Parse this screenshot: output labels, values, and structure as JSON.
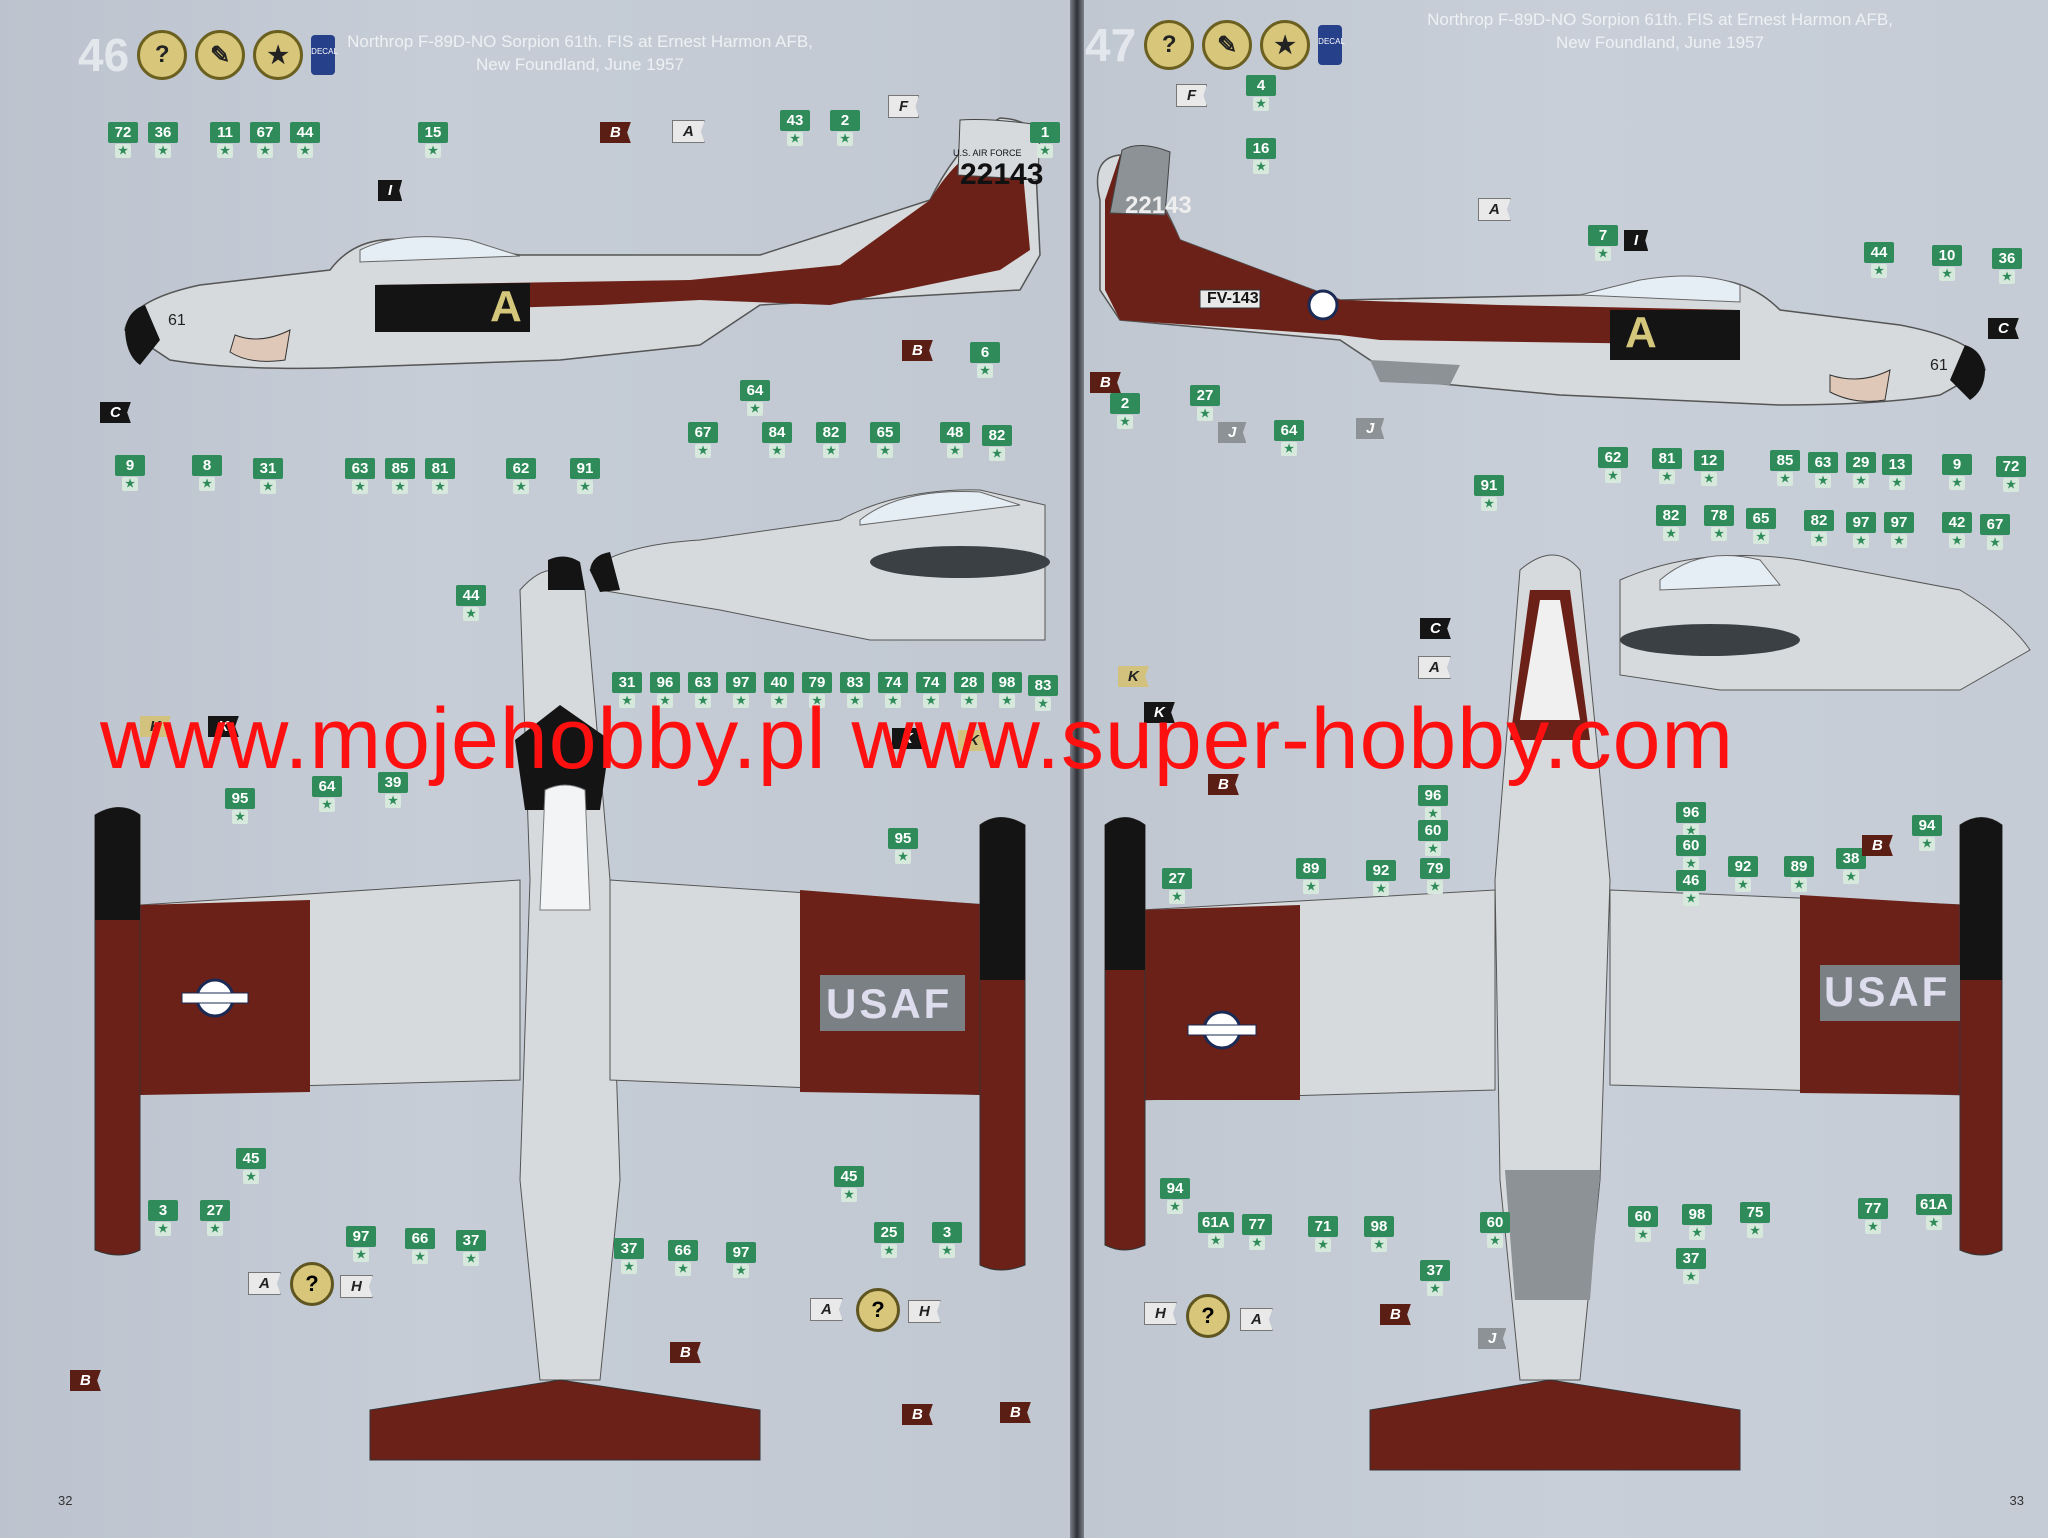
{
  "left_page": {
    "step_number": "46",
    "title_line1": "Northrop F-89D-NO Sorpion 61th. FIS at Ernest Harmon AFB,",
    "title_line2": "New Foundland, June 1957",
    "page_number": "32",
    "decal_label": "DECAL"
  },
  "right_page": {
    "step_number": "47",
    "title_line1": "Northrop F-89D-NO Sorpion 61th. FIS at Ernest Harmon AFB,",
    "title_line2": "New Foundland, June 1957",
    "page_number": "33",
    "decal_label": "DECAL"
  },
  "aircraft_markings": {
    "serial": "22143",
    "tail_text": "U.S. AIR FORCE",
    "buzz_number": "FV-143",
    "letter": "A",
    "nose_number": "61",
    "wing_text": "USAF"
  },
  "icon_question": "?",
  "watermark": "www.mojehobby.pl  www.super-hobby.com",
  "colors": {
    "page_bg": "#c5ccd6",
    "light_grey": "#d7dadc",
    "maroon": "#6b2118",
    "black": "#141414",
    "decal_green": "#2f8c5a"
  }
}
